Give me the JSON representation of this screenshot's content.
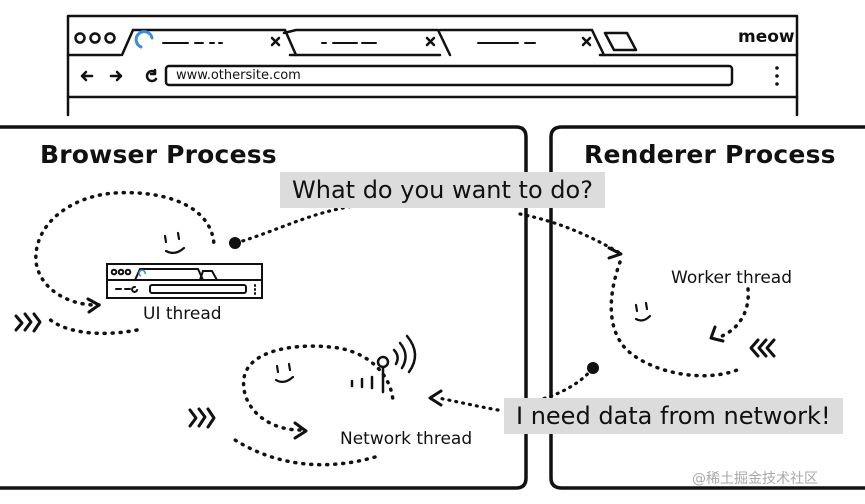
{
  "browser_window": {
    "address": "www.othersite.com",
    "brand": "meow"
  },
  "browser_process": {
    "title": "Browser Process",
    "ui_thread_label": "UI thread",
    "network_thread_label": "Network thread"
  },
  "renderer_process": {
    "title": "Renderer Process",
    "worker_thread_label": "Worker thread"
  },
  "messages": {
    "question": "What do you want to do?",
    "request": "I need data from network!"
  },
  "watermark": "@稀土掘金技术社区"
}
